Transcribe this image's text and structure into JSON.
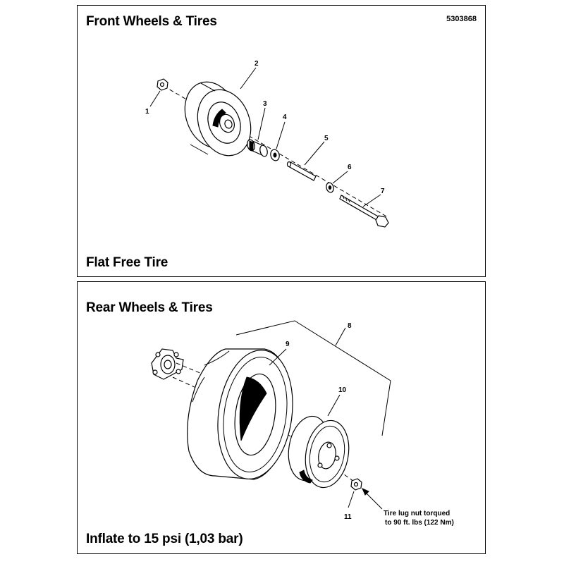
{
  "front_panel": {
    "title": "Front Wheels & Tires",
    "part_code": "5303868",
    "footer": "Flat Free Tire",
    "callouts": [
      "1",
      "2",
      "3",
      "4",
      "5",
      "6",
      "7"
    ]
  },
  "rear_panel": {
    "title": "Rear Wheels & Tires",
    "footer": "Inflate to 15 psi (1,03 bar)",
    "callouts": [
      "8",
      "9",
      "10",
      "11"
    ],
    "note_lines": [
      "Tire lug nut torqued",
      "to 90 ft. lbs (122 Nm)"
    ]
  }
}
